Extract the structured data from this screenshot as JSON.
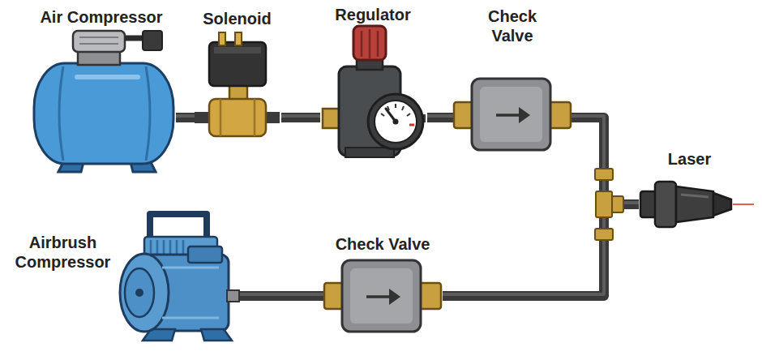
{
  "diagram": {
    "nodes": [
      {
        "text": [
          "Air Compressor"
        ]
      },
      {
        "text": [
          "Solenoid"
        ]
      },
      {
        "text": [
          "Regulator"
        ]
      },
      {
        "text": [
          "Check Valve"
        ]
      },
      {
        "text": [
          "Laser"
        ]
      },
      {
        "text": [
          "Airbrush Compressor"
        ]
      },
      {
        "text": [
          "Check Valve"
        ]
      }
    ],
    "edges": [
      {
        "from": 0,
        "to": 1,
        "arrow": "none"
      },
      {
        "from": 1,
        "to": 2,
        "arrow": "none"
      },
      {
        "from": 2,
        "to": 3,
        "arrow": "none"
      },
      {
        "from": 3,
        "to": 4,
        "arrow": "none"
      },
      {
        "from": 5,
        "to": 6,
        "arrow": "none"
      },
      {
        "from": 6,
        "to": 4,
        "arrow": "none"
      }
    ]
  }
}
